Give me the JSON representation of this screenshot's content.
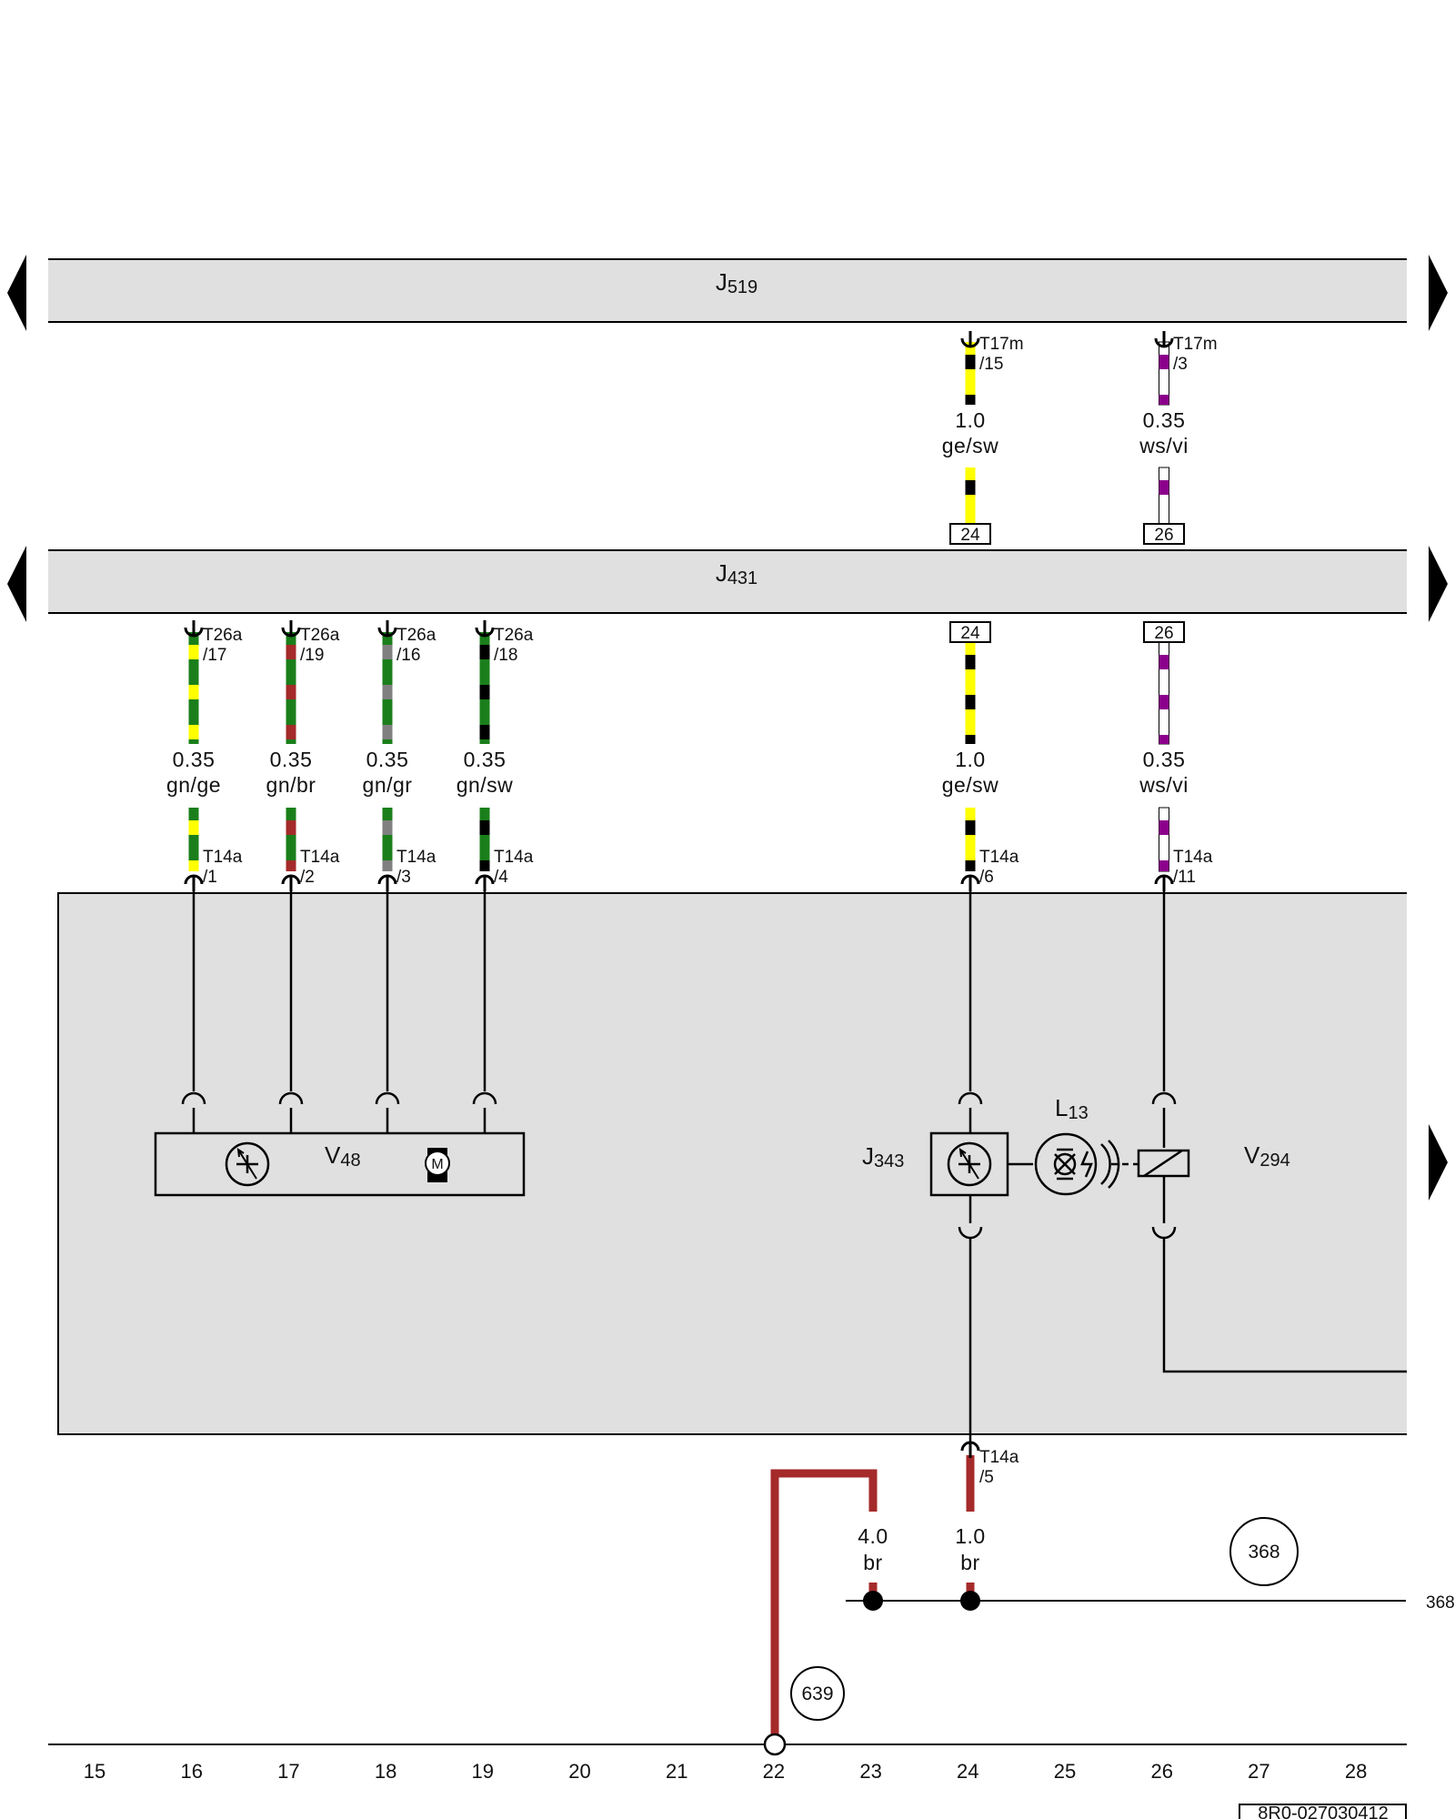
{
  "colors": {
    "panel": "#e0e0e0",
    "wire_brown": "#a52a2a",
    "ge": "#ffff00",
    "sw": "#000000",
    "gn": "#1a7f1a",
    "vi": "#8b008b",
    "ws": "#ffffff",
    "gr": "#808080",
    "br": "#a52a2a"
  },
  "bus_modules": [
    {
      "id": "J519",
      "prefix": "J",
      "number": "519"
    },
    {
      "id": "J431",
      "prefix": "J",
      "number": "431"
    }
  ],
  "components": {
    "V48": {
      "prefix": "V",
      "number": "48",
      "icon_motor_letter": "M"
    },
    "J343": {
      "prefix": "J",
      "number": "343"
    },
    "L13": {
      "prefix": "L",
      "number": "13"
    },
    "V294": {
      "prefix": "V",
      "number": "294"
    }
  },
  "j519_connectors": [
    {
      "name": "T17m",
      "pin": "/15"
    },
    {
      "name": "T17m",
      "pin": "/3"
    }
  ],
  "j519_wires": [
    {
      "gauge": "1.0",
      "color": "ge/sw",
      "base": "ge",
      "stripe": "sw"
    },
    {
      "gauge": "0.35",
      "color": "ws/vi",
      "base": "ws",
      "stripe": "vi"
    }
  ],
  "pass_through_pins": [
    "24",
    "26"
  ],
  "j431_connectors": [
    {
      "name": "T26a",
      "pin": "/17"
    },
    {
      "name": "T26a",
      "pin": "/19"
    },
    {
      "name": "T26a",
      "pin": "/16"
    },
    {
      "name": "T26a",
      "pin": "/18"
    }
  ],
  "j431_wires": [
    {
      "gauge": "0.35",
      "color": "gn/ge",
      "base": "gn",
      "stripe": "ge"
    },
    {
      "gauge": "0.35",
      "color": "gn/br",
      "base": "gn",
      "stripe": "br"
    },
    {
      "gauge": "0.35",
      "color": "gn/gr",
      "base": "gn",
      "stripe": "gr"
    },
    {
      "gauge": "0.35",
      "color": "gn/sw",
      "base": "gn",
      "stripe": "sw"
    },
    {
      "gauge": "1.0",
      "color": "ge/sw",
      "base": "ge",
      "stripe": "sw"
    },
    {
      "gauge": "0.35",
      "color": "ws/vi",
      "base": "ws",
      "stripe": "vi"
    }
  ],
  "lamp_connectors": [
    {
      "name": "T14a",
      "pin": "/1"
    },
    {
      "name": "T14a",
      "pin": "/2"
    },
    {
      "name": "T14a",
      "pin": "/3"
    },
    {
      "name": "T14a",
      "pin": "/4"
    },
    {
      "name": "T14a",
      "pin": "/6"
    },
    {
      "name": "T14a",
      "pin": "/11"
    }
  ],
  "ground_connector": {
    "name": "T14a",
    "pin": "/5"
  },
  "ground_wires": [
    {
      "gauge": "4.0",
      "color": "br"
    },
    {
      "gauge": "1.0",
      "color": "br"
    }
  ],
  "ground_points": [
    "368",
    "639"
  ],
  "ground_line_ref": "368",
  "axis_numbers": [
    "15",
    "16",
    "17",
    "18",
    "19",
    "20",
    "21",
    "22",
    "23",
    "24",
    "25",
    "26",
    "27",
    "28"
  ],
  "drawing_code": "8R0-027030412"
}
